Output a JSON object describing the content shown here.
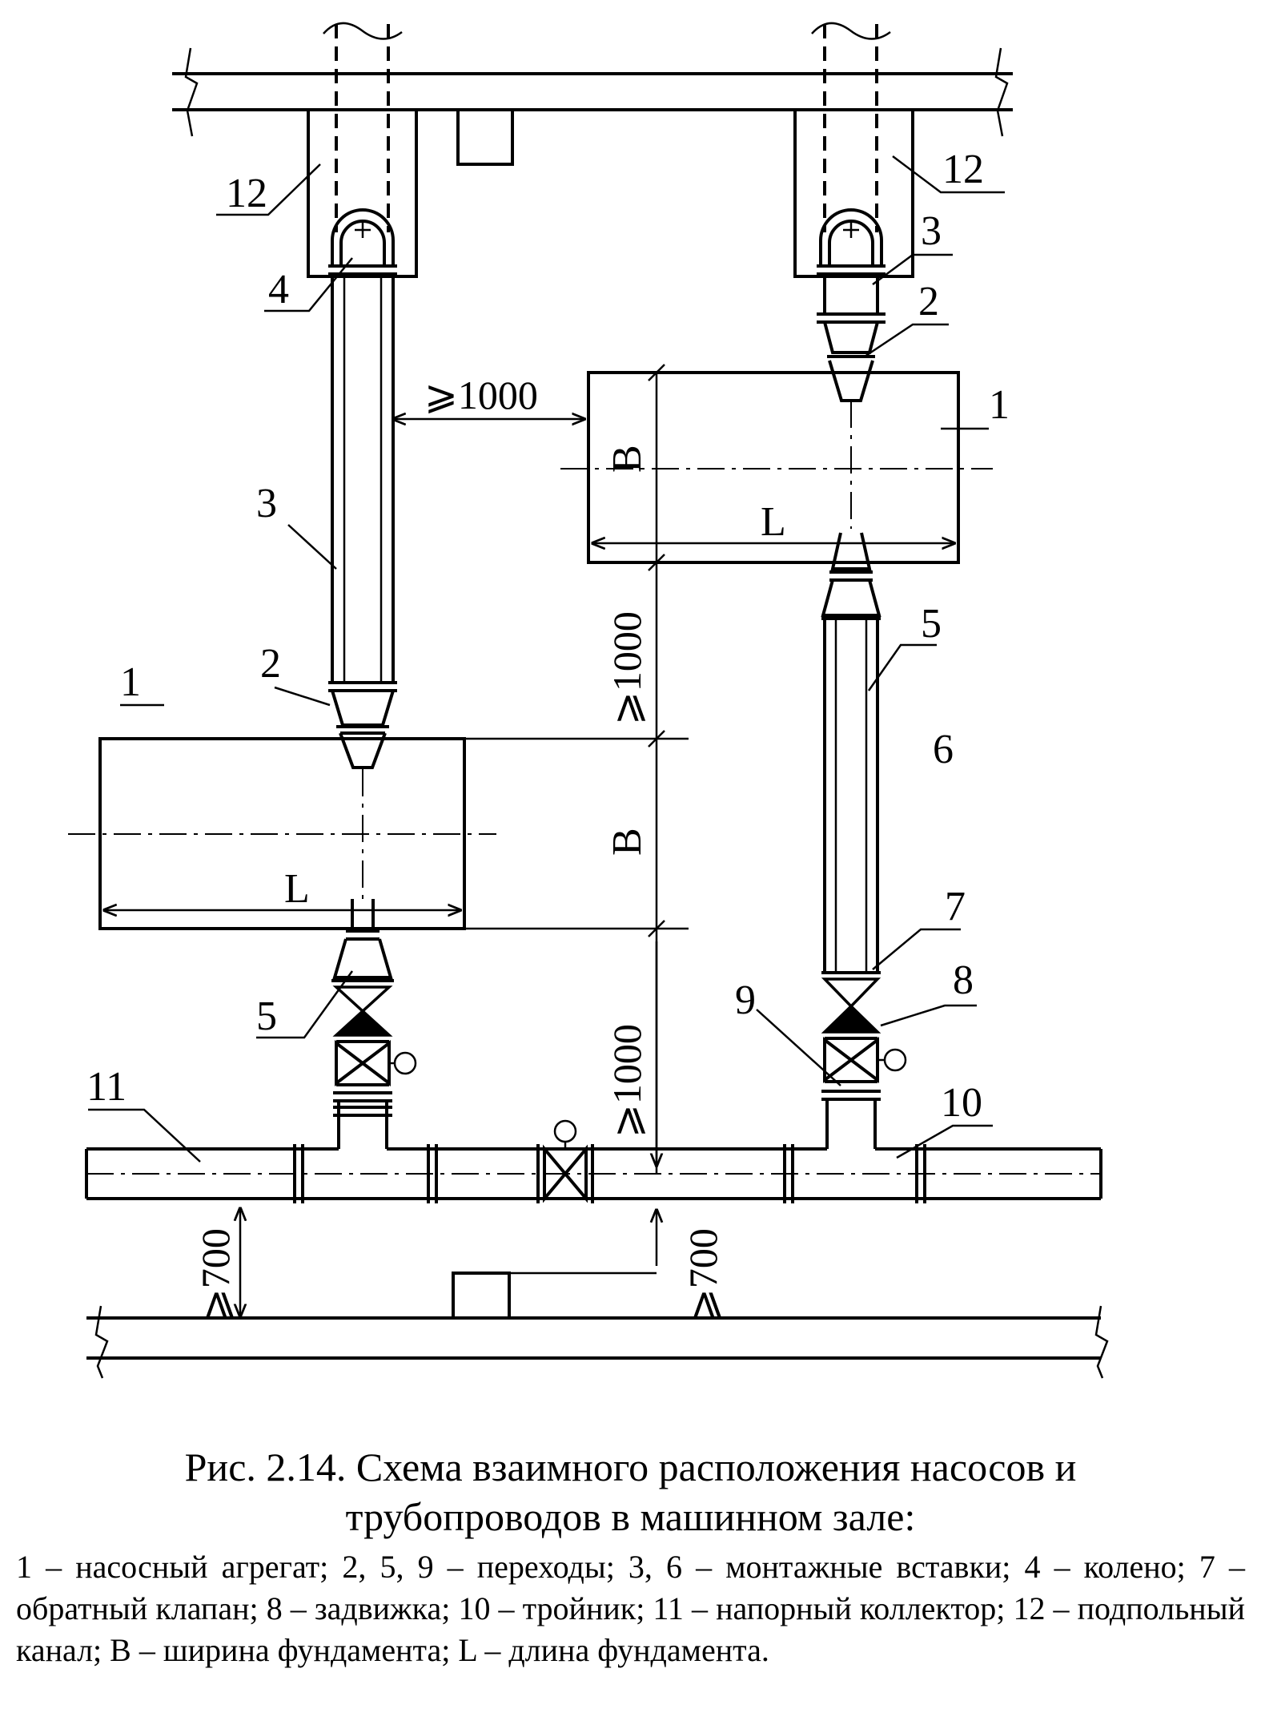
{
  "labels": {
    "l1": "1",
    "l2": "2",
    "l3": "3",
    "l4": "4",
    "l5": "5",
    "l6": "6",
    "l7": "7",
    "l8": "8",
    "l9": "9",
    "l10": "10",
    "l11": "11",
    "l12": "12",
    "B": "B",
    "L": "L"
  },
  "dimensions": {
    "ge1000": "⩾1000",
    "ge700": "⩾700"
  },
  "caption": {
    "title": "Рис. 2.14. Схема взаимного расположения насосов и трубопроводов в машинном зале:",
    "legend": "1 – насосный агрегат; 2, 5, 9 – переходы; 3, 6 – монтажные вставки; 4 – колено; 7 – обратный клапан; 8 – задвижка; 10 – тройник; 11 – напорный коллектор; 12 – подпольный канал; B – ширина фундамента; L – длина фундамента."
  }
}
